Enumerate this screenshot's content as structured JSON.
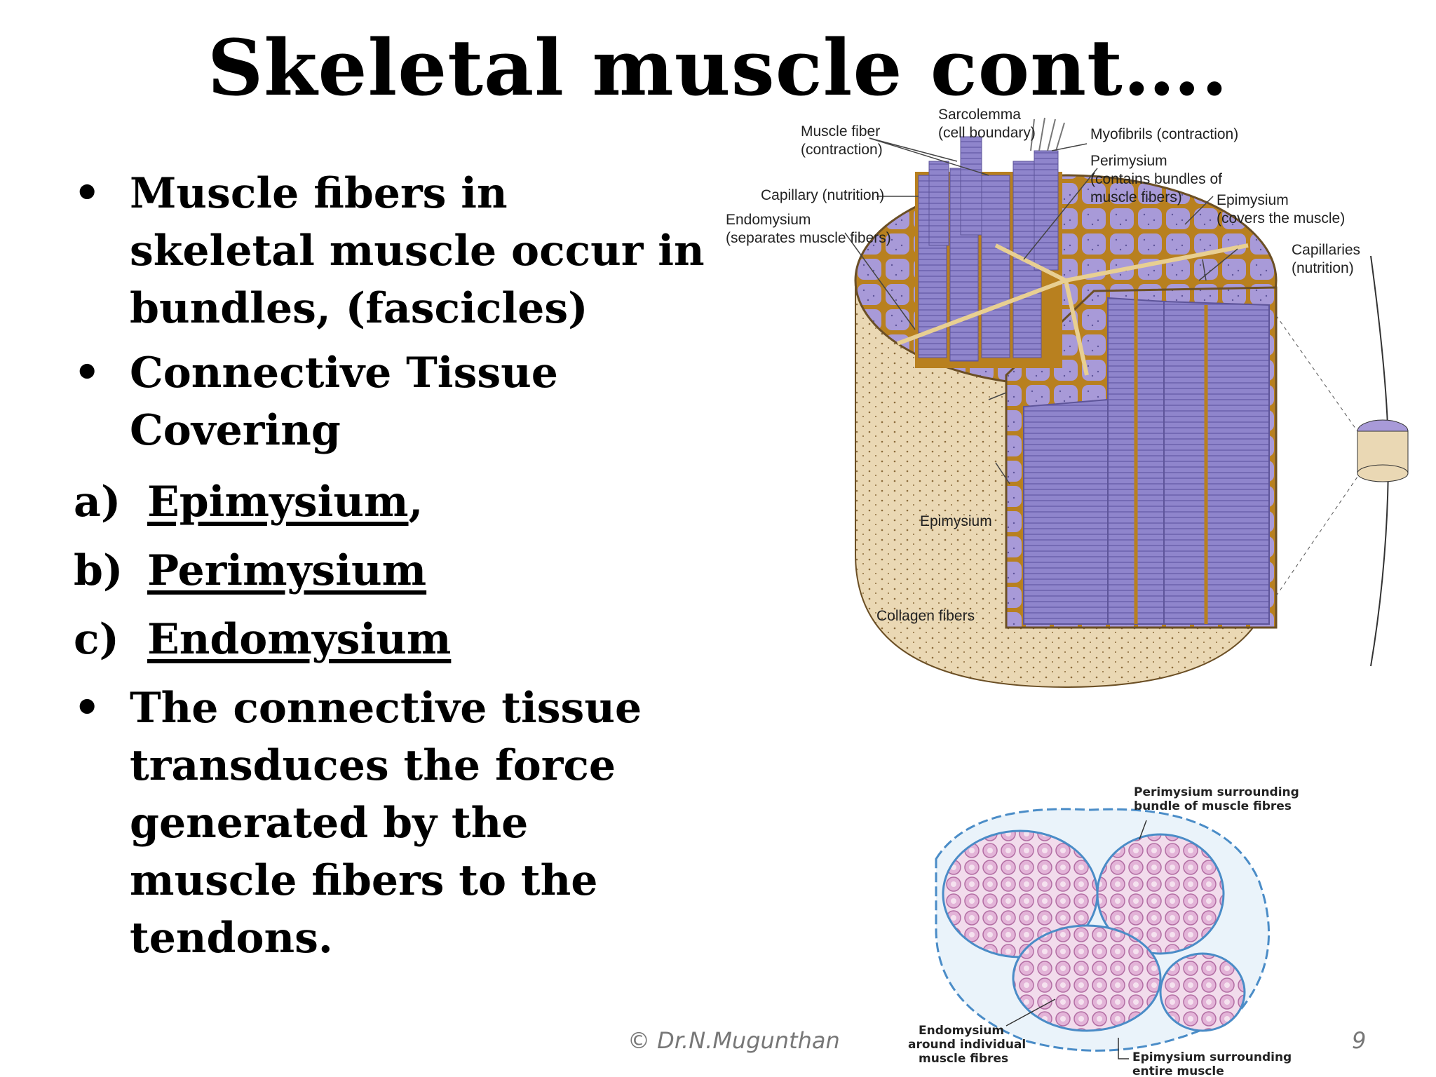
{
  "slide": {
    "title": "Skeletal muscle cont….",
    "bullets": [
      {
        "marker": "•",
        "text": "Muscle fibers in skeletal muscle occur in bundles, (fascicles)"
      },
      {
        "marker": "•",
        "text": "Connective Tissue Covering"
      }
    ],
    "sub_items": [
      {
        "marker": "a)",
        "term": "Epimysium",
        "suffix": ","
      },
      {
        "marker": "b)",
        "term": "Perimysium",
        "suffix": ""
      },
      {
        "marker": "c)",
        "term": "Endomysium",
        "suffix": ""
      }
    ],
    "final_bullet": {
      "marker": "•",
      "text": "The connective tissue transduces the force generated by the muscle fibers to the tendons."
    },
    "footer_credit": "© Dr.N.Mugunthan",
    "page_number": "9"
  },
  "diagram": {
    "labels": {
      "sarcolemma": "Sarcolemma",
      "sarcolemma_note": "(cell boundary)",
      "muscle_fiber": "Muscle fiber",
      "muscle_fiber_note": "(contraction)",
      "myofibrils": "Myofibrils (contraction)",
      "perimysium": "Perimysium",
      "perimysium_note1": "(contains bundles of",
      "perimysium_note2": "muscle fibers)",
      "capillary": "Capillary (nutrition)",
      "epimysium_top": "Epimysium",
      "epimysium_top_note": "(covers the muscle)",
      "endomysium": "Endomysium",
      "endomysium_note": "(separates muscle fibers)",
      "capillaries": "Capillaries",
      "capillaries_note": "(nutrition)",
      "epimysium_side": "Epimysium",
      "collagen": "Collagen fibers"
    }
  },
  "micrograph": {
    "labels": {
      "perimysium_1": "Perimysium surrounding",
      "perimysium_2": "bundle of muscle fibres",
      "endomysium_1": "Endomysium",
      "endomysium_2": "around individual",
      "endomysium_3": "muscle fibres",
      "epimysium_1": "Epimysium surrounding",
      "epimysium_2": "entire muscle"
    }
  },
  "colors": {
    "fiber": "#8f85cc",
    "fiber_dark": "#5e559a",
    "connective": "#e6d3ae",
    "sheath": "#b8801f",
    "micro_pink": "#d9a3cf",
    "micro_blue": "#4a8cc7"
  }
}
